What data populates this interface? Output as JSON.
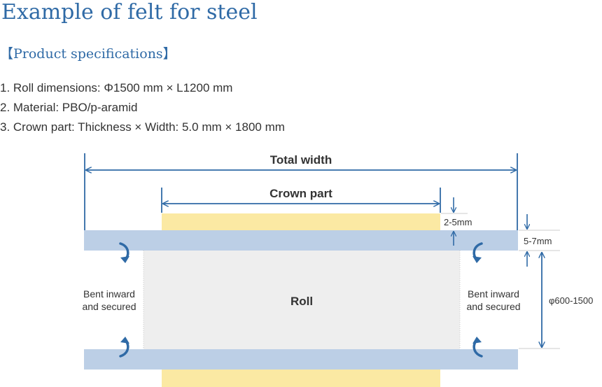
{
  "title": "Example of felt for steel",
  "subtitle": "【Product specifications】",
  "specs": [
    "1. Roll dimensions: Φ1500 mm × L1200 mm",
    "2. Material: PBO/p-aramid",
    "3. Crown part: Thickness × Width: 5.0 mm × 1800 mm"
  ],
  "diagram": {
    "total_width_label": "Total width",
    "crown_part_label": "Crown part",
    "crown_thickness_label": "2-5mm",
    "felt_thickness_label": "5-7mm",
    "diameter_label": "φ600-1500",
    "roll_label": "Roll",
    "bent_left_line1": "Bent inward",
    "bent_left_line2": "and secured",
    "bent_right_line1": "Bent inward",
    "bent_right_line2": "and secured"
  },
  "colors": {
    "felt": "#bccfe6",
    "crown": "#fbe9a3",
    "roll": "#eeeeee",
    "arrow": "#2f6aa6",
    "title": "#2f6aa6"
  }
}
